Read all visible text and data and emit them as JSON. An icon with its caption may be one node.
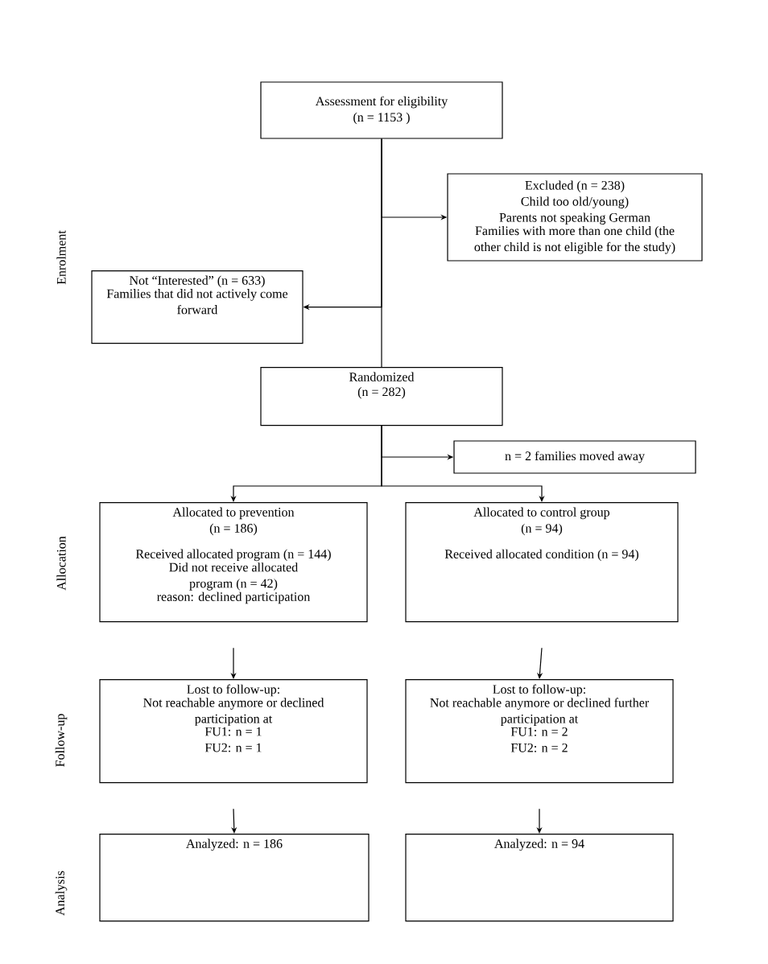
{
  "diagram": {
    "nodes": [
      {
        "text": [
          "Assessment for eligibility",
          "(n = 1153 )"
        ]
      },
      {
        "text": [
          "Excluded (n = 238)",
          "Child too old/young)",
          "Parents not speaking German",
          "Families with more than one child (the other child is not eligible for the study)"
        ]
      },
      {
        "text": [
          "Not “Interested” (n = 633)",
          "Families that did not actively come forward"
        ]
      },
      {
        "text": [
          "Randomized",
          "(n = 282)"
        ]
      },
      {
        "text": [
          "n = 2 families moved away"
        ]
      },
      {
        "text": [
          "Allocated to prevention",
          "(n = 186)",
          "Received allocated program (n = 144)",
          "Did not receive allocated program (n = 42)",
          "reason: declined participation"
        ]
      },
      {
        "text": [
          "Allocated to control group",
          "(n = 94)",
          "Received allocated condition (n = 94)"
        ]
      },
      {
        "text": [
          "Lost to follow-up:",
          "Not reachable anymore or declined participation at",
          "FU1: n = 1",
          "FU2: n = 1"
        ]
      },
      {
        "text": [
          "Lost to follow-up:",
          "Not reachable anymore or declined further participation at",
          "FU1: n = 2",
          "FU2: n = 2"
        ]
      },
      {
        "text": [
          "Analyzed: n = 186"
        ]
      },
      {
        "text": [
          "Analyzed: n = 94"
        ]
      }
    ],
    "edges": [
      {
        "from": 0,
        "to": 3,
        "arrow": "none"
      },
      {
        "from": 0,
        "to": 1,
        "arrow": "to"
      },
      {
        "from": 0,
        "to": 2,
        "arrow": "to"
      },
      {
        "from": 3,
        "to": 4,
        "arrow": "to"
      },
      {
        "from": 3,
        "to": 5,
        "arrow": "to"
      },
      {
        "from": 3,
        "to": 6,
        "arrow": "to"
      },
      {
        "from": 5,
        "to": 7,
        "arrow": "to"
      },
      {
        "from": 6,
        "to": 8,
        "arrow": "to"
      },
      {
        "from": 7,
        "to": 9,
        "arrow": "to"
      },
      {
        "from": 8,
        "to": 10,
        "arrow": "to"
      }
    ],
    "labels": [
      "Enrolment",
      "Allocation",
      "Follow-up",
      "Analysis"
    ]
  }
}
